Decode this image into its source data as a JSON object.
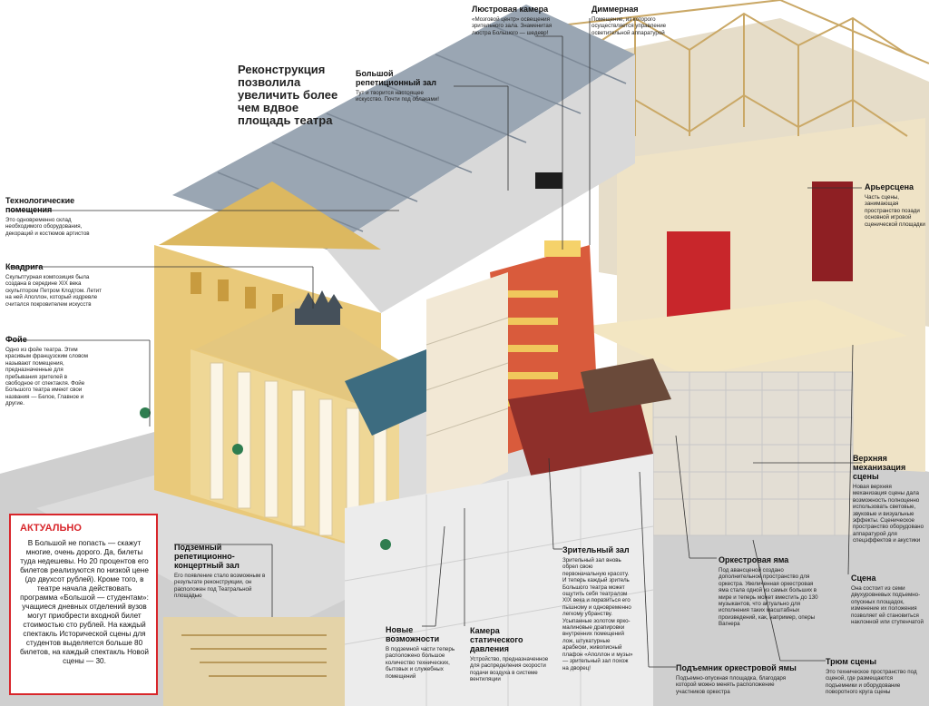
{
  "headline": "Реконструкция позволила увеличить более чем вдвое площадь театра",
  "callouts": {
    "lustre": {
      "title": "Люстровая камера",
      "text": "«Мозговой центр» освещения зрительного зала. Знаменитая люстра Большого — шедевр!"
    },
    "dimmer": {
      "title": "Диммерная",
      "text": "Помещение, из которого осуществляется управление осветительной аппаратурой"
    },
    "rehearsal": {
      "title": "Большой репетиционный зал",
      "text": "Тут и творится настоящее искусство. Почти под облаками!"
    },
    "tech": {
      "title": "Технологические помещения",
      "text": "Это одновременно склад необходимого оборудования, декораций и костюмов артистов"
    },
    "quadriga": {
      "title": "Квадрига",
      "text": "Скульптурная композиция была создана в середине XIX века скульптором Петром Клодтом. Летит на ней Аполлон, который издревле считался покровителем искусств"
    },
    "foyer": {
      "title": "Фойе",
      "text": "Одно из фойе театра. Этим красивым французским словом называют помещения, предназначенные для пребывания зрителей в свободное от спектакля. Фойе Большого театра имеют свои названия — Белое, Главное и другие."
    },
    "backstage": {
      "title": "Арьерсцена",
      "text": "Часть сцены, занимающая пространство позади основной игровой сценической площадки"
    },
    "upper_mech": {
      "title": "Верхняя механизация сцены",
      "text": "Новая верхняя механизация сцены дала возможность полноценно использовать световые, звуковые и визуальные эффекты. Сценическое пространство оборудовано аппаратурой для спецэффектов и акустики"
    },
    "scene": {
      "title": "Сцена",
      "text": "Она состоит из семи двухуровневых подъемно-опускных площадок, изменение их положения позволяет ей становиться наклонной или ступенчатой"
    },
    "hold": {
      "title": "Трюм сцены",
      "text": "Это техническое пространство под сценой, где размещаются подъемники и оборудование поворотного круга сцены"
    },
    "pit": {
      "title": "Оркестровая яма",
      "text": "Под авансценой создано дополнительное пространство для оркестра. Увеличенная оркестровая яма стала одной из самых больших в мире и теперь может вместить до 130 музыкантов, что актуально для исполнения таких масштабных произведений, как, например, оперы Вагнера"
    },
    "pit_lift": {
      "title": "Подъемник оркестровой ямы",
      "text": "Подъемно-опускная площадка, благодаря которой можно менять расположение участников оркестра"
    },
    "auditorium": {
      "title": "Зрительный зал",
      "text": "Зрительный зал вновь обрел свою первоначальную красоту. И теперь каждый зритель Большого театра может ощутить себя театралом XIX века и поразиться его пышному и одновременно легкому убранству. Усыпанные золотом ярко-малиновые драпировки внутренних помещений лож, штукатурные арабески, живописный плафон «Аполлон и музы» — зрительный зал похож на дворец!"
    },
    "chamber": {
      "title": "Камера статического давления",
      "text": "Устройство, предназначенное для распределения скорости подачи воздуха в системе вентиляции"
    },
    "new": {
      "title": "Новые возможности",
      "text": "В подземной части теперь расположено большое количество технических, бытовых и служебных помещений"
    },
    "concert": {
      "title": "Подземный репетиционно-концертный зал",
      "text": "Его появление стало возможным в результате реконструкции, он расположен под Театральной площадью"
    }
  },
  "actual": {
    "title": "АКТУАЛЬНО",
    "text": "В Большой не попасть — скажут многие, очень дорого. Да, билеты туда недешевы. Но 20 процентов его билетов реализуются по низкой цене (до двухсот рублей). Кроме того, в театре начала действовать программа «Большой — студентам»: учащиеся дневных отделений вузов могут приобрести входной билет стоимостью сто рублей. На каждый спектакль Исторической сцены для студентов выделяется больше 80 билетов, на каждый спектакль Новой сцены — 30."
  },
  "colors": {
    "accent": "#d8262b",
    "facade": "#e9c97a",
    "roof": "#8e9aa8",
    "wood": "#e8cf8f",
    "curtain": "#c8262b",
    "glass": "#3d6c80"
  }
}
